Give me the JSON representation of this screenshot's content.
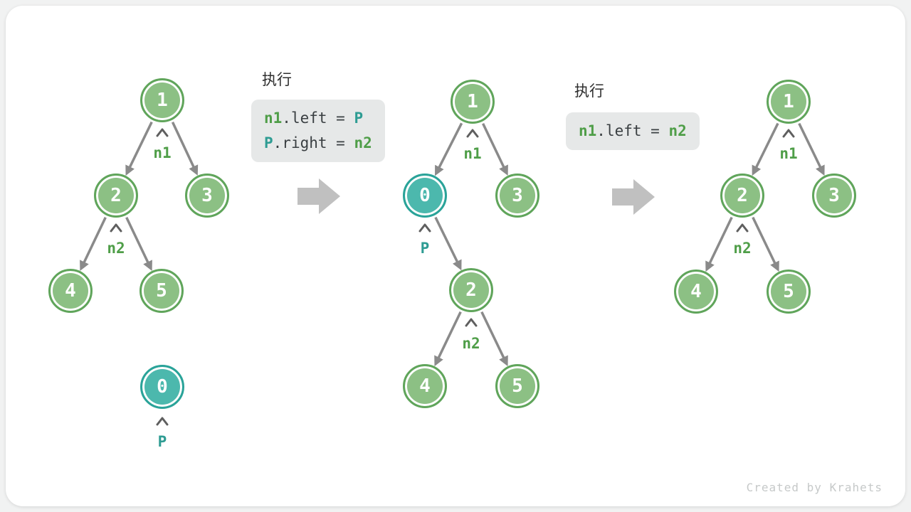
{
  "page": {
    "watermark": "Created by Krahets"
  },
  "palette": {
    "page_bg": "#F1F2F2",
    "card_bg": "#FFFFFF",
    "node_green_fill": "#8CC084",
    "node_green_border": "#60A55B",
    "node_teal_fill": "#4CB8AD",
    "node_teal_border": "#2AA399",
    "label_green": "#4F9E48",
    "label_teal": "#2E9C93",
    "code_bg": "#E6E8E8",
    "code_text": "#3A3F42",
    "edge_gray": "#8A8A8A",
    "block_arrow_gray": "#C0C0C0",
    "watermark_gray": "#C6C9C9"
  },
  "exec1": {
    "title": "执行",
    "l1_var": "n1",
    "l1_mid": ".left = ",
    "l1_val": "P",
    "l2_var": "P",
    "l2_mid": ".right = ",
    "l2_val": "n2"
  },
  "exec2": {
    "title": "执行",
    "l1_var": "n1",
    "l1_mid": ".left = ",
    "l1_val": "n2"
  },
  "tree_before": {
    "nodes": {
      "n1": "1",
      "n2": "2",
      "n3": "3",
      "n4": "4",
      "n5": "5",
      "p": "0"
    },
    "labels": {
      "n1": "n1",
      "n2": "n2",
      "p": "P"
    },
    "edges": [
      "1->2",
      "1->3",
      "2->4",
      "2->5"
    ]
  },
  "tree_during": {
    "nodes": {
      "n1": "1",
      "p": "0",
      "n3": "3",
      "n2": "2",
      "n4": "4",
      "n5": "5"
    },
    "labels": {
      "n1": "n1",
      "p": "P",
      "n2": "n2"
    },
    "edges": [
      "1->0",
      "1->3",
      "0->2",
      "2->4",
      "2->5"
    ]
  },
  "tree_after": {
    "nodes": {
      "n1": "1",
      "n2": "2",
      "n3": "3",
      "n4": "4",
      "n5": "5"
    },
    "labels": {
      "n1": "n1",
      "n2": "n2"
    },
    "edges": [
      "1->2",
      "1->3",
      "2->4",
      "2->5"
    ]
  }
}
